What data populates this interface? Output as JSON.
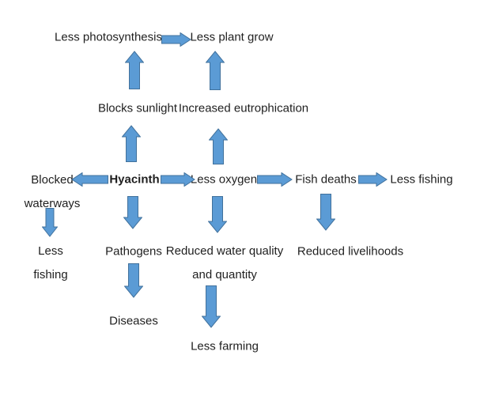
{
  "diagram": {
    "type": "flowchart",
    "topic": "Impacts of water hyacinth",
    "nodes": {
      "less_photosynthesis": {
        "label": "Less photosynthesis"
      },
      "less_plant_grow": {
        "label": "Less plant grow"
      },
      "blocks_sunlight": {
        "label": "Blocks sunlight"
      },
      "increased_eutrophication": {
        "label": "Increased eutrophication"
      },
      "blocked_waterways": {
        "line1": "Blocked",
        "line2": "waterways"
      },
      "hyacinth": {
        "label": "Hyacinth",
        "emphasis": "bold"
      },
      "less_oxygen": {
        "label": "Less oxygen"
      },
      "fish_deaths": {
        "label": "Fish deaths"
      },
      "less_fishing_right": {
        "label": "Less fishing"
      },
      "less_fishing_left": {
        "line1": "Less",
        "line2": "fishing"
      },
      "pathogens": {
        "label": "Pathogens"
      },
      "reduced_water_quality": {
        "line1": "Reduced water quality",
        "line2": "and quantity"
      },
      "reduced_livelihoods": {
        "label": "Reduced livelihoods"
      },
      "diseases": {
        "label": "Diseases"
      },
      "less_farming": {
        "label": "Less farming"
      }
    },
    "edges": [
      {
        "from": "Less photosynthesis",
        "to": "Less plant grow",
        "direction": "right"
      },
      {
        "from": "Blocks sunlight",
        "to": "Less photosynthesis",
        "direction": "up"
      },
      {
        "from": "Increased eutrophication",
        "to": "Less plant grow",
        "direction": "up"
      },
      {
        "from": "Hyacinth",
        "to": "Blocks sunlight",
        "direction": "up"
      },
      {
        "from": "Less oxygen",
        "to": "Increased eutrophication",
        "direction": "up"
      },
      {
        "from": "Hyacinth",
        "to": "Blocked waterways",
        "direction": "left"
      },
      {
        "from": "Hyacinth",
        "to": "Less oxygen",
        "direction": "right"
      },
      {
        "from": "Less oxygen",
        "to": "Fish deaths",
        "direction": "right"
      },
      {
        "from": "Fish deaths",
        "to": "Less fishing",
        "direction": "right"
      },
      {
        "from": "Blocked waterways",
        "to": "Less fishing",
        "direction": "down"
      },
      {
        "from": "Hyacinth",
        "to": "Pathogens",
        "direction": "down"
      },
      {
        "from": "Less oxygen",
        "to": "Reduced water quality and quantity",
        "direction": "down"
      },
      {
        "from": "Fish deaths",
        "to": "Reduced livelihoods",
        "direction": "down"
      },
      {
        "from": "Pathogens",
        "to": "Diseases",
        "direction": "down"
      },
      {
        "from": "Reduced water quality and quantity",
        "to": "Less farming",
        "direction": "down"
      }
    ],
    "colors": {
      "arrow_fill": "#5B9BD5",
      "arrow_stroke": "#41719C",
      "text": "#1f1f1f",
      "background": "#ffffff"
    }
  }
}
